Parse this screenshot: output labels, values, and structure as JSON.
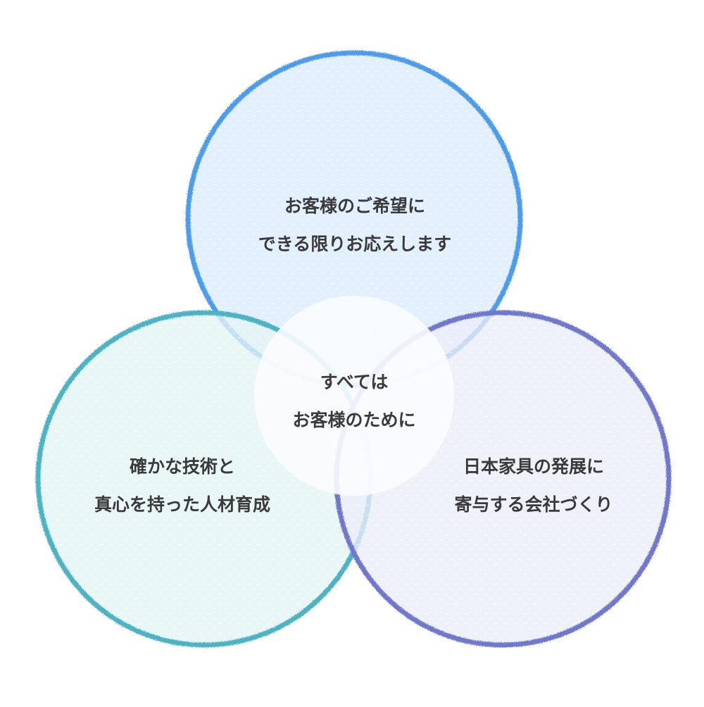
{
  "diagram": {
    "type": "venn",
    "colors": {
      "background": "#ffffff",
      "text": "#3a3a3a",
      "top_fill": "#dcebfb",
      "top_border": "#4d9ceb",
      "left_fill": "#e3f3f3",
      "left_border": "#4eb2c4",
      "right_fill": "#ebedf8",
      "right_border": "#6f78cc",
      "center_fill": "#fbfcfe"
    },
    "top": {
      "line1": "お客様のご希望に",
      "line2": "できる限りお応えします"
    },
    "left": {
      "line1": "確かな技術と",
      "line2": "真心を持った人材育成"
    },
    "right": {
      "line1": "日本家具の発展に",
      "line2": "寄与する会社づくり"
    },
    "center": {
      "line1": "すべては",
      "line2": "お客様のために"
    }
  }
}
